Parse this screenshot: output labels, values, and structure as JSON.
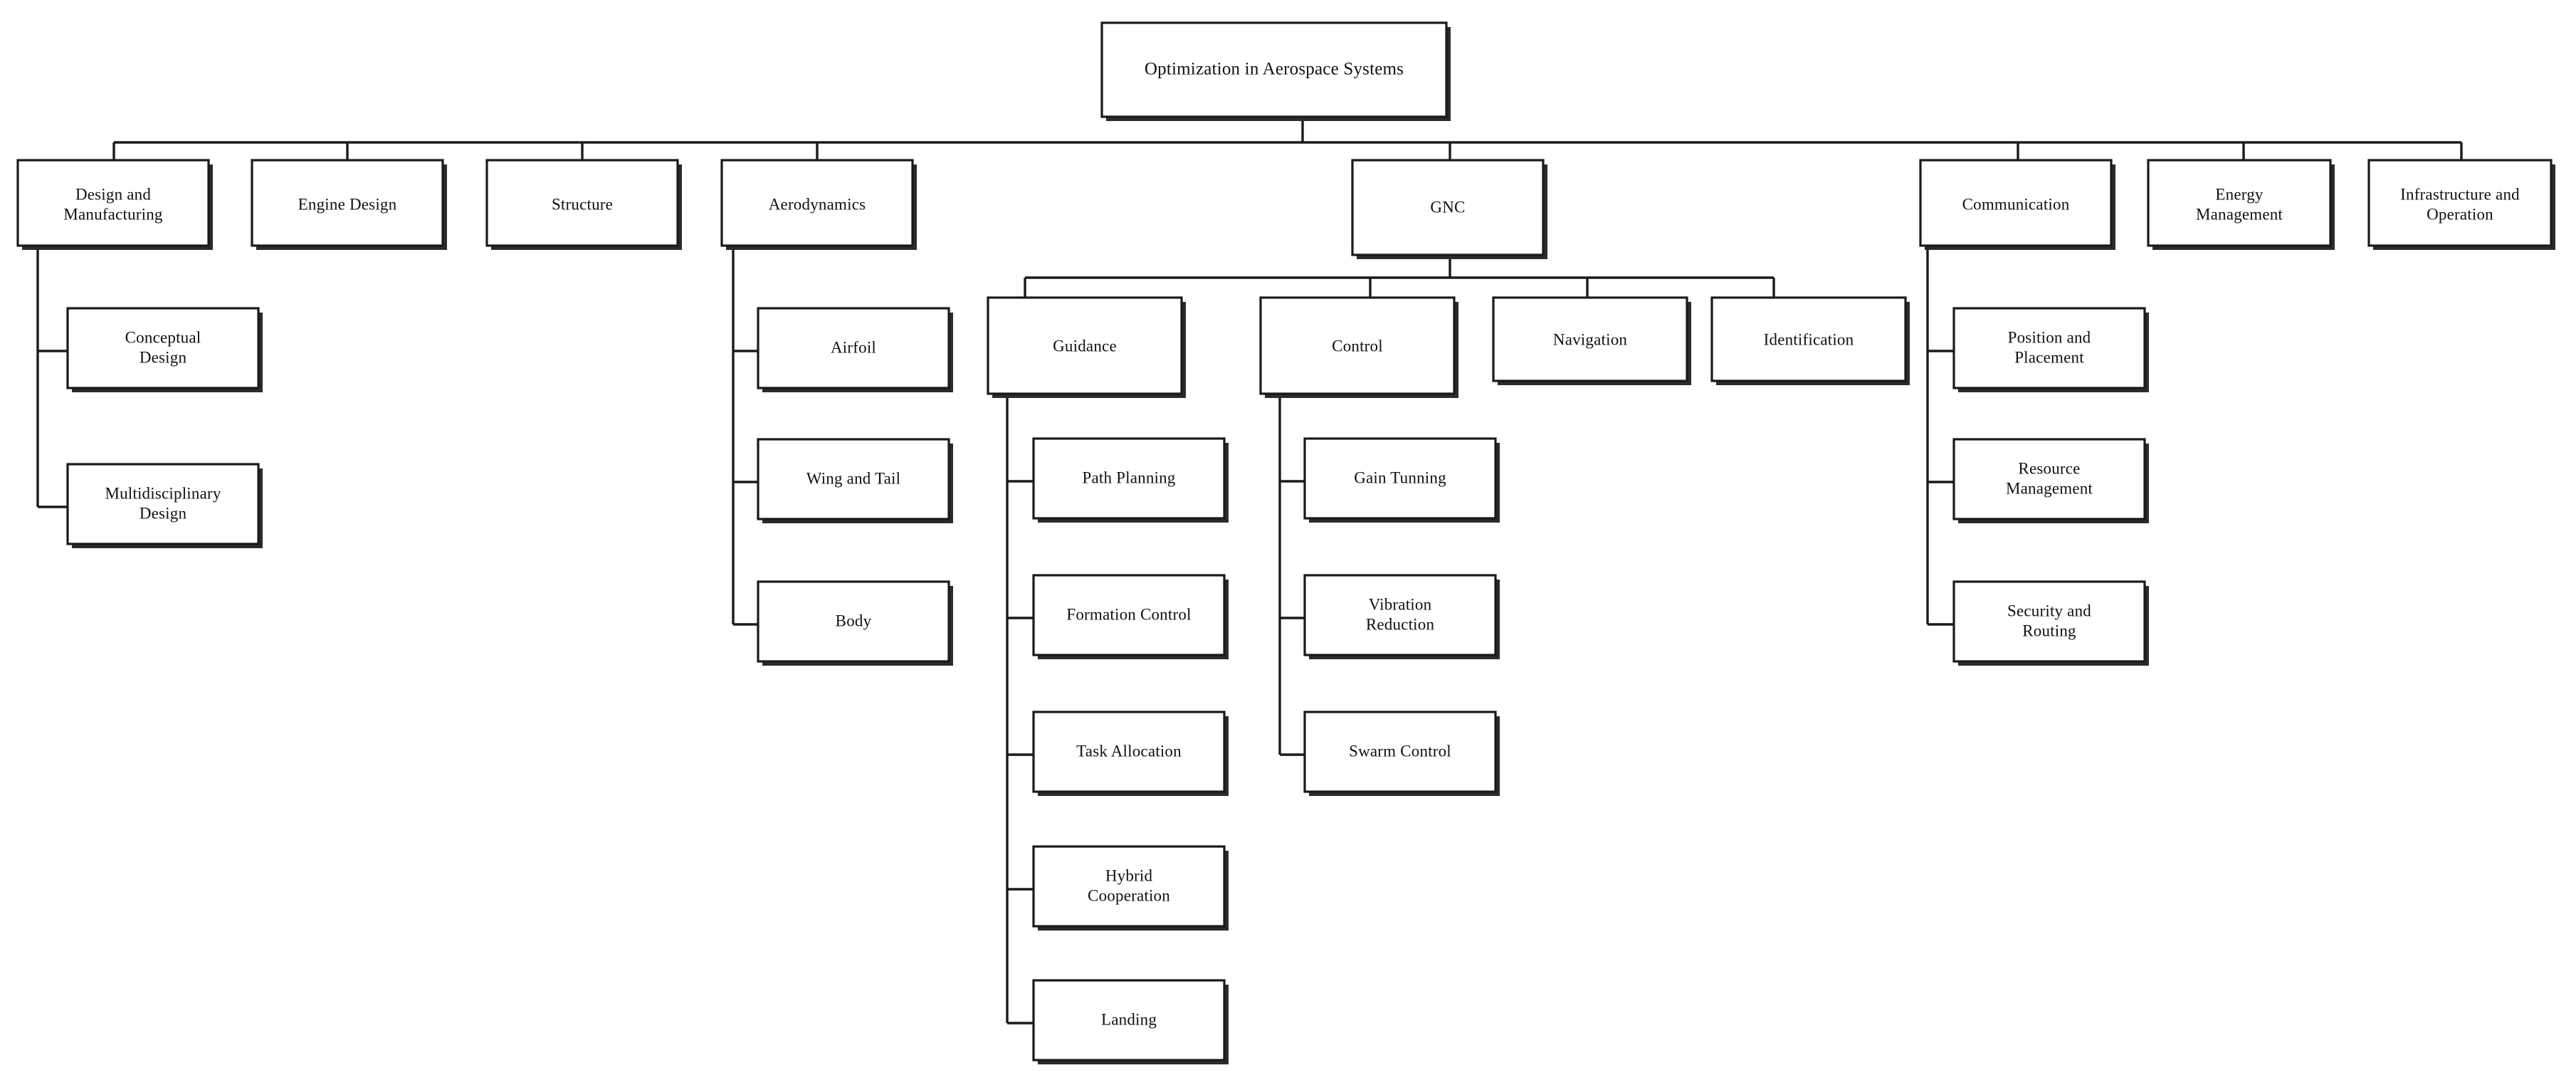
{
  "diagram": {
    "title": "Optimization in Aerospace Systems taxonomy",
    "type": "tree-hierarchy",
    "background_color": "#ffffff",
    "line_color": "#1a1a1a",
    "box_fill": "#ffffff",
    "text_color": "#111111"
  },
  "nodes": {
    "root": {
      "label": "Optimization in Aerospace Systems"
    },
    "design_and_manufacturing": {
      "label": "Design and Manufacturing"
    },
    "conceptual_design": {
      "label": "Conceptual Design"
    },
    "multidisciplinary_design": {
      "label": "Multidisciplinary Design"
    },
    "engine_design": {
      "label": "Engine Design"
    },
    "structure": {
      "label": "Structure"
    },
    "aerodynamics": {
      "label": "Aerodynamics"
    },
    "airfoil": {
      "label": "Airfoil"
    },
    "wing_and_tail": {
      "label": "Wing and Tail"
    },
    "body": {
      "label": "Body"
    },
    "gnc": {
      "label": "GNC"
    },
    "guidance": {
      "label": "Guidance"
    },
    "path_planning": {
      "label": "Path Planning"
    },
    "formation_control": {
      "label": "Formation Control"
    },
    "task_allocation": {
      "label": "Task Allocation"
    },
    "hybrid_cooperation": {
      "label": "Hybrid Cooperation"
    },
    "landing": {
      "label": "Landing"
    },
    "control": {
      "label": "Control"
    },
    "gain_tunning": {
      "label": "Gain Tunning"
    },
    "vibration_reduction": {
      "label": "Vibration Reduction"
    },
    "swarm_control": {
      "label": "Swarm Control"
    },
    "navigation": {
      "label": "Navigation"
    },
    "identification": {
      "label": "Identification"
    },
    "communication": {
      "label": "Communication"
    },
    "position_and_placement": {
      "label": "Position and Placement"
    },
    "resource_management": {
      "label": "Resource Management"
    },
    "security_and_routing": {
      "label": "Security and Routing"
    },
    "energy_management": {
      "label": "Energy Management"
    },
    "infrastructure_and_operation": {
      "label": "Infrastructure and Operation"
    }
  },
  "hierarchy": {
    "root": "Optimization in Aerospace Systems",
    "level1": [
      "Design and Manufacturing",
      "Engine Design",
      "Structure",
      "Aerodynamics",
      "GNC",
      "Communication",
      "Energy Management",
      "Infrastructure and Operation"
    ],
    "children": {
      "Design and Manufacturing": [
        "Conceptual Design",
        "Multidisciplinary Design"
      ],
      "Aerodynamics": [
        "Airfoil",
        "Wing and Tail",
        "Body"
      ],
      "GNC": [
        "Guidance",
        "Control",
        "Navigation",
        "Identification"
      ],
      "Guidance": [
        "Path Planning",
        "Formation Control",
        "Task Allocation",
        "Hybrid Cooperation",
        "Landing"
      ],
      "Control": [
        "Gain Tunning",
        "Vibration Reduction",
        "Swarm Control"
      ],
      "Communication": [
        "Position and Placement",
        "Resource Management",
        "Security and Routing"
      ]
    }
  }
}
